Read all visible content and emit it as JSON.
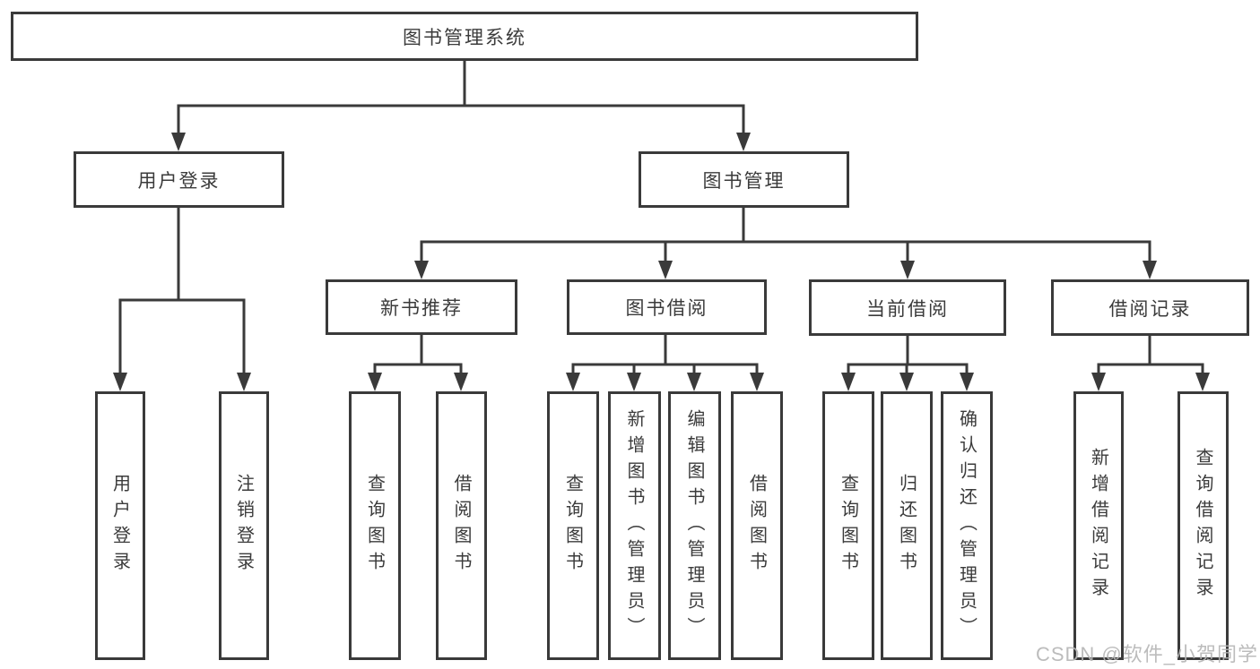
{
  "diagram_title": "图书管理系统",
  "tree": {
    "label": "图书管理系统",
    "children": [
      {
        "label": "用户登录",
        "children": [
          {
            "label": "用户登录"
          },
          {
            "label": "注销登录"
          }
        ]
      },
      {
        "label": "图书管理",
        "children": [
          {
            "label": "新书推荐",
            "children": [
              {
                "label": "查询图书"
              },
              {
                "label": "借阅图书"
              }
            ]
          },
          {
            "label": "图书借阅",
            "children": [
              {
                "label": "查询图书"
              },
              {
                "label": "新增图书（管理员）"
              },
              {
                "label": "编辑图书（管理员）"
              },
              {
                "label": "借阅图书"
              }
            ]
          },
          {
            "label": "当前借阅",
            "children": [
              {
                "label": "查询图书"
              },
              {
                "label": "归还图书"
              },
              {
                "label": "确认归还（管理员）"
              }
            ]
          },
          {
            "label": "借阅记录",
            "children": [
              {
                "label": "新增借阅记录"
              },
              {
                "label": "查询借阅记录"
              }
            ]
          }
        ]
      }
    ]
  },
  "watermark": {
    "text": "CSDN @软件_小贺同学",
    "color": "#b5b5b5"
  },
  "colors": {
    "background": "#ffffff",
    "line": "#3a3a3a",
    "box_border": "#3a3a3a",
    "box_fill": "#ffffff",
    "text": "#3b3b3b"
  }
}
